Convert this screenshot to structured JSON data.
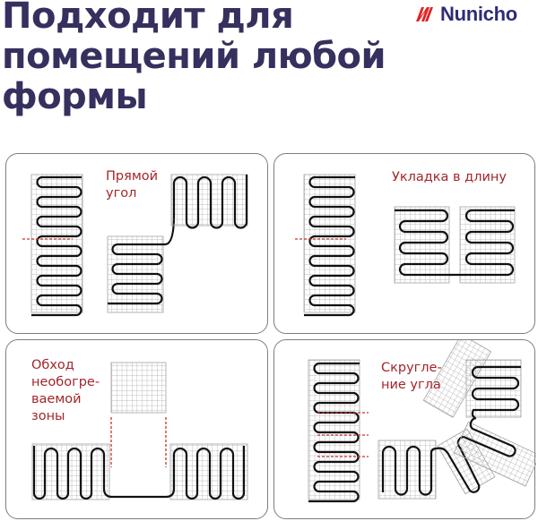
{
  "header": {
    "title_lines": [
      "Подходит для",
      "помещений любой",
      "формы"
    ],
    "brand": {
      "name": "Nunicho",
      "icon": "nunicho-logo-icon",
      "colors": {
        "mark": "#e02424",
        "text": "#2f2c78"
      }
    }
  },
  "colors": {
    "title": "#35305e",
    "label": "#a2262b",
    "cable": "#111111",
    "grid": "#9a9a9a",
    "cut_line": "#c0392b",
    "card_border": "#7d7d7d"
  },
  "cards": [
    {
      "id": "right-angle",
      "label": "Прямой\nугол"
    },
    {
      "id": "lengthwise",
      "label": "Укладка в длину"
    },
    {
      "id": "bypass",
      "label": "Обход\nнеобогре-\nваемой\nзоны"
    },
    {
      "id": "rounded-corner",
      "label": "Скругле-\nние угла"
    }
  ]
}
